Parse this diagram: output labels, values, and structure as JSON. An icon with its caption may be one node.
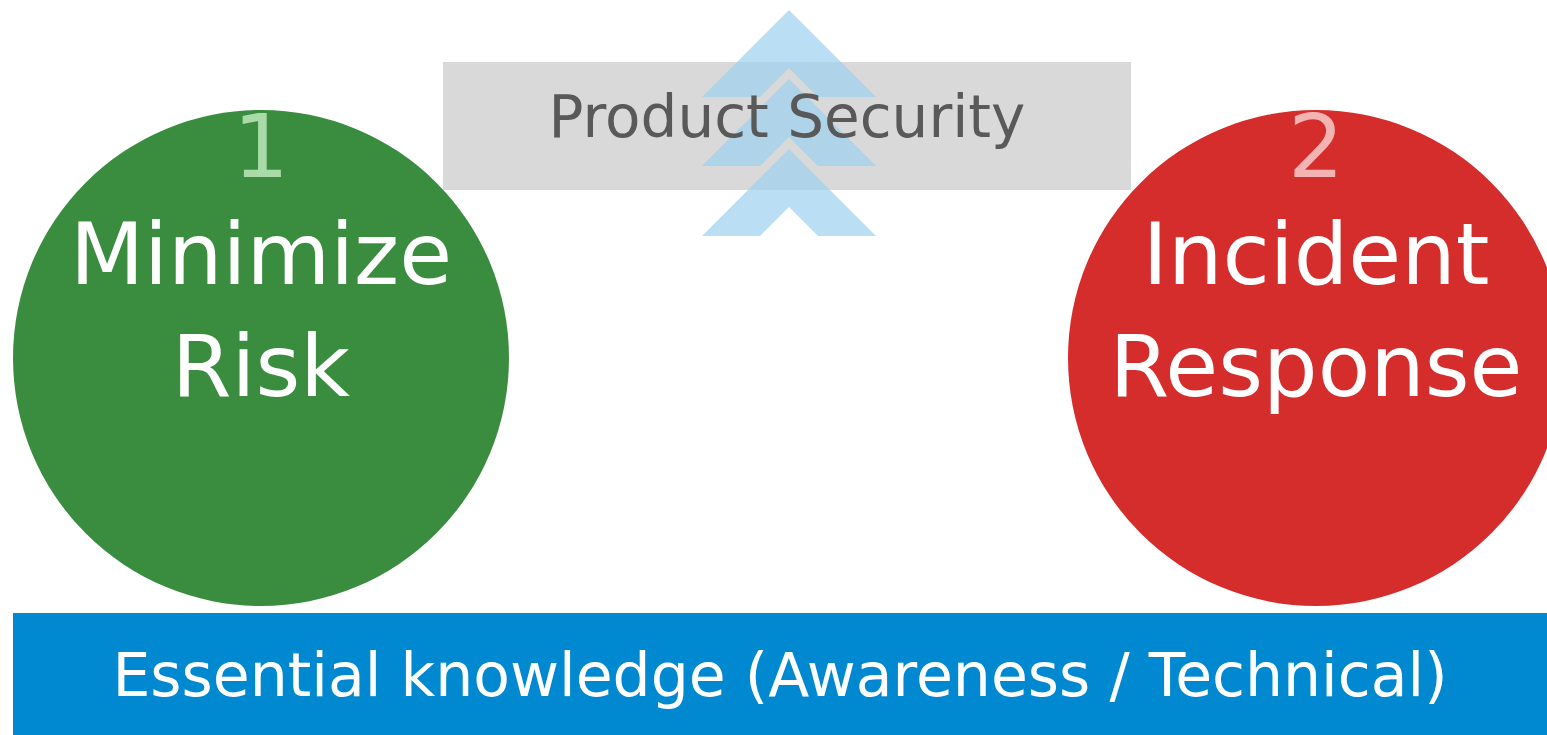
{
  "diagram": {
    "nodes": [
      {
        "text": [
          "Product Security"
        ]
      },
      {
        "text": [
          "1",
          "Minimize Risk"
        ]
      },
      {
        "text": [
          "2",
          "Incident Response"
        ]
      },
      {
        "text": [
          "Essential knowledge (Awareness / Technical)"
        ]
      }
    ]
  }
}
